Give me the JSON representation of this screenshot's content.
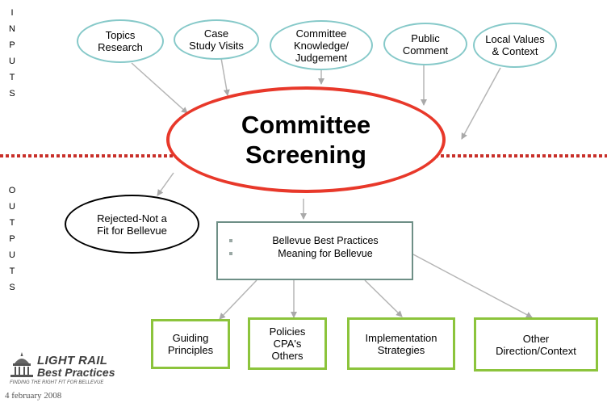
{
  "side_labels": {
    "inputs": [
      "I",
      "N",
      "P",
      "U",
      "T",
      "S"
    ],
    "outputs": [
      "O",
      "U",
      "T",
      "P",
      "U",
      "T",
      "S"
    ]
  },
  "inputs": [
    {
      "id": "topics",
      "text": "Topics\nResearch"
    },
    {
      "id": "case",
      "text": "Case\nStudy Visits"
    },
    {
      "id": "committee",
      "text": "Committee\nKnowledge/\nJudgement"
    },
    {
      "id": "public",
      "text": "Public\nComment"
    },
    {
      "id": "local",
      "text": "Local Values\n& Context"
    }
  ],
  "center": {
    "text": "Committee\nScreening"
  },
  "rejected": {
    "text": "Rejected-Not a\nFit for Bellevue"
  },
  "best_practices": {
    "bullets": [
      "Bellevue Best Practices",
      "Meaning for Bellevue"
    ]
  },
  "outputs": [
    {
      "id": "guiding",
      "text": "Guiding\nPrinciples"
    },
    {
      "id": "policies",
      "text": "Policies\nCPA's\nOthers"
    },
    {
      "id": "implementation",
      "text": "Implementation\nStrategies"
    },
    {
      "id": "other",
      "text": "Other\nDirection/Context"
    }
  ],
  "logo": {
    "line1": "LIGHT RAIL",
    "line2": "Best Practices",
    "tagline": "FINDING THE RIGHT FIT FOR BELLEVUE"
  },
  "date": "4 february 2008",
  "colors": {
    "input_border": "#86c9c9",
    "center_border": "#e8382a",
    "divider": "#c8302a",
    "output_border": "#8cc43c",
    "practices_border": "#6e8f86",
    "arrow": "#b5b5b5"
  }
}
